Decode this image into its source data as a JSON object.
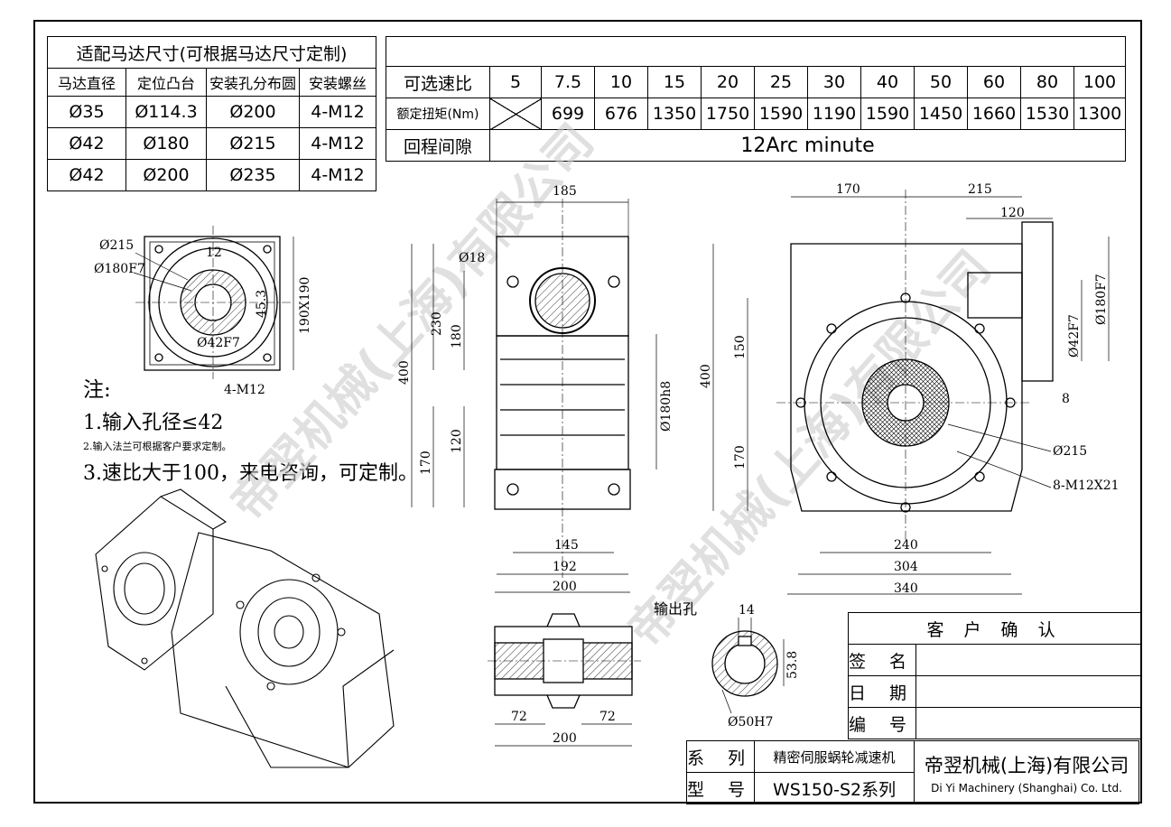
{
  "motor_table": {
    "title": "适配马达尺寸(可根据马达尺寸定制)",
    "headers": [
      "马达直径",
      "定位凸台",
      "安装孔分布圆",
      "安装螺丝"
    ],
    "rows": [
      [
        "Ø35",
        "Ø114.3",
        "Ø200",
        "4-M12"
      ],
      [
        "Ø42",
        "Ø180",
        "Ø215",
        "4-M12"
      ],
      [
        "Ø42",
        "Ø200",
        "Ø235",
        "4-M12"
      ]
    ]
  },
  "spec_table": {
    "ratio_label": "可选速比",
    "ratios": [
      "5",
      "7.5",
      "10",
      "15",
      "20",
      "25",
      "30",
      "40",
      "50",
      "60",
      "80",
      "100"
    ],
    "torque_label": "额定扭矩(Nm)",
    "torques": [
      "",
      "699",
      "676",
      "1350",
      "1750",
      "1590",
      "1190",
      "1590",
      "1450",
      "1660",
      "1530",
      "1300"
    ],
    "backlash_label": "回程间隙",
    "backlash_value": "12Arc minute"
  },
  "notes": {
    "title": "注:",
    "line1": "1.输入孔径≤42",
    "line2": "2.输入法兰可根据客户要求定制。",
    "line3": "3.速比大于100，来电咨询，可定制。"
  },
  "dimensions": {
    "flange": {
      "d215": "Ø215",
      "d180": "Ø180F7",
      "w12": "12",
      "h45": "45.3",
      "size": "190X190",
      "d42": "Ø42F7",
      "bolt": "4-M12"
    },
    "front": {
      "top": "185",
      "hole": "Ø18",
      "h230": "230",
      "h180": "180",
      "h400": "400",
      "h120": "120",
      "h170": "170",
      "bore": "Ø180h8",
      "w145": "145",
      "w192": "192",
      "w200": "200"
    },
    "side": {
      "w170": "170",
      "w215": "215",
      "w120": "120",
      "d180f7": "Ø180F7",
      "d42f7": "Ø42F7",
      "t8": "8",
      "h150": "150",
      "h400": "400",
      "h170": "170",
      "d215": "Ø215",
      "bolts": "8-M12X21",
      "w240": "240",
      "w304": "304",
      "w340": "340"
    },
    "shaft": {
      "label": "输出孔",
      "l72a": "72",
      "l72b": "72",
      "l200": "200"
    },
    "key": {
      "w14": "14",
      "h53": "53.8",
      "d50": "Ø50H7"
    }
  },
  "customer": {
    "title": "客 户 确 认",
    "rows": [
      "签 名",
      "日 期",
      "编 号"
    ]
  },
  "title_block": {
    "series_label": "系 列",
    "series_value": "精密伺服蜗轮减速机",
    "model_label": "型 号",
    "model_value": "WS150-S2系列",
    "company_cn": "帝翌机械(上海)有限公司",
    "company_en": "Di Yi Machinery (Shanghai) Co. Ltd."
  },
  "watermark": "帝翌机械(上海)有限公司"
}
